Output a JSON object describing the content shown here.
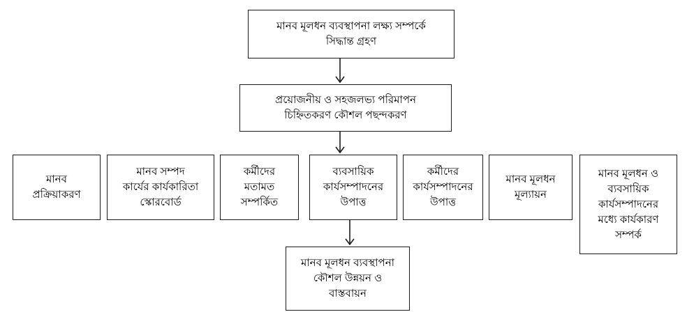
{
  "diagram": {
    "colors": {
      "page_bg": "#ffffff",
      "box_bg": "#ffffff",
      "box_border": "#1a1a1a",
      "text_color": "#000000",
      "arrow_color": "#1a1a1a"
    },
    "nodes": {
      "goal_decision": {
        "label": "মানব মূলধন ব্যবস্থাপনা লক্ষ্য সম্পর্কে\nসিদ্ধান্ত গ্রহণ"
      },
      "measure_selection": {
        "label": "প্রয়োজনীয় ও সহজলভ্য পরিমাপন\nচিহ্নিতকরণ কৌশল পছন্দকরণ"
      },
      "measures": [
        {
          "label": "মানব\nপ্রক্রিয়াকরণ"
        },
        {
          "label": "মানব সম্পদ\nকার্যের কার্যকারিতা\nস্কোরবোর্ড"
        },
        {
          "label": "কর্মীদের\nমতামত\nসম্পর্কিত"
        },
        {
          "label": "ব্যবসায়িক\nকার্যসম্পাদনের\nউপাত্ত"
        },
        {
          "label": "কর্মীদের\nকার্যসম্পাদনের\nউপাত্ত"
        },
        {
          "label": "মানব মূলধন\nমূল্যায়ন"
        },
        {
          "label": "মানব মূলধন ও\nব্যবসায়িক\nকার্যসম্পাদনের\nমধ্যে কার্যকারণ\nসম্পর্ক"
        }
      ],
      "strategy_implementation": {
        "label": "মানব মূলধন ব্যবস্থাপনা\nকৌশল উন্নয়ন ও\nবাস্তবায়ন"
      }
    }
  }
}
